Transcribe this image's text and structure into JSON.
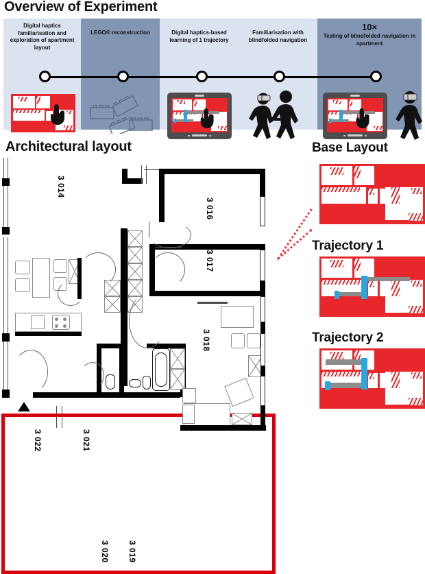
{
  "figure": {
    "overview_title": "Overview of Experiment",
    "architectural_title": "Architectural layout",
    "base_layout_title": "Base Layout",
    "trajectory1_title": "Trajectory 1",
    "trajectory2_title": "Trajectory 2"
  },
  "colors": {
    "panel_light": "#dbe2f0",
    "panel_dark": "#8296b4",
    "plan_red": "#e8272c",
    "highlight_red": "#d9000d",
    "dotted_red": "#ef3a3f",
    "trajectory_grey": "#8c8c8c",
    "trajectory_blue": "#29a8e0",
    "timeline_black": "#000000"
  },
  "overview": {
    "steps": [
      {
        "id": "step-1",
        "label": "Digital haptics familiarisation and exploration of apartment layout",
        "count": "",
        "shade": "light",
        "icon": "floorplan-hand-icon"
      },
      {
        "id": "step-2",
        "label": "LEGO® reconstruction",
        "count": "",
        "shade": "dark",
        "icon": "lego-bricks-icon"
      },
      {
        "id": "step-3",
        "label": "Digital haptics-based learning of 1 trajectory",
        "count": "",
        "shade": "light",
        "icon": "tablet-hand-icon"
      },
      {
        "id": "step-4",
        "label": "Familiarisation with blindfolded navigation",
        "count": "",
        "shade": "light",
        "icon": "two-people-walking-icon"
      },
      {
        "id": "step-5",
        "label": "Testing of blindfolded navigation in apartment",
        "count": "10×",
        "shade": "dark",
        "icon": "tablet-hand-and-walking-person-icon"
      }
    ]
  },
  "architectural_layout": {
    "room_labels": [
      "3 014",
      "3 016",
      "3 017",
      "3 018",
      "3 019",
      "3 020",
      "3 021",
      "3 022"
    ],
    "highlight_note": "red-outlined apartment region"
  },
  "right_panels": [
    {
      "id": "base-layout",
      "title": "Base Layout",
      "has_trajectory": false
    },
    {
      "id": "trajectory-1",
      "title": "Trajectory 1",
      "has_trajectory": true
    },
    {
      "id": "trajectory-2",
      "title": "Trajectory 2",
      "has_trajectory": true
    }
  ]
}
